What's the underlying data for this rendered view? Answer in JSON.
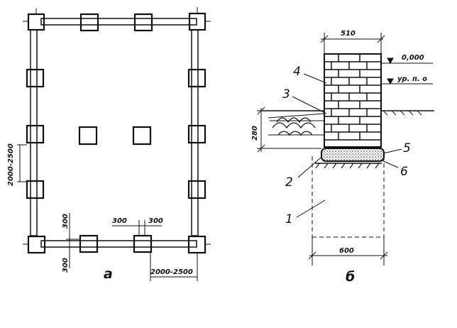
{
  "plan": {
    "caption": "а",
    "dim_pier_spacing_left": "2000-2500",
    "dim_pier_spacing_bottom": "2000-2500",
    "dim_gap_left_1": "300",
    "dim_gap_left_2": "300",
    "dim_gap_bottom_1": "300",
    "dim_gap_bottom_2": "300"
  },
  "section": {
    "caption": "б",
    "dim_wall_width": "510",
    "dim_footing_width": "600",
    "dim_depth": "280",
    "level_top": "0,000",
    "level_ground": "ур. п. о",
    "labels": [
      "1",
      "2",
      "3",
      "4",
      "5",
      "6"
    ]
  }
}
